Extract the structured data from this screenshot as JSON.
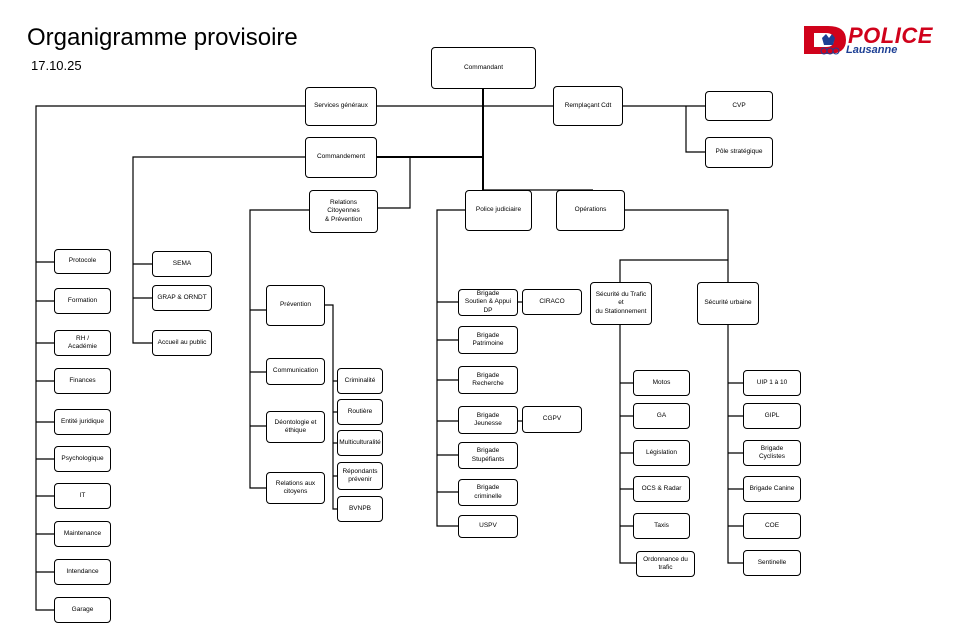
{
  "header": {
    "title": "Organigramme provisoire",
    "date": "17.10.25"
  },
  "logo": {
    "text": "POLICE",
    "city": "Lausanne",
    "colors": {
      "red": "#d0021b",
      "blue": "#1c3f94"
    }
  },
  "nodes": {
    "commandant": "Commandant",
    "services_generaux": "Services généraux",
    "remplacant_cdt": "Remplaçant Cdt",
    "cvp": "CVP",
    "pole_strategique": "Pôle stratégique",
    "commandement": "Commandement",
    "relations_citoyennes": "Relations Citoyennes\n& Prévention",
    "police_judiciaire": "Police judiciaire",
    "operations": "Opérations",
    "protocole": "Protocole",
    "formation": "Formation",
    "rh_academie": "RH /\nAcadémie",
    "finances": "Finances",
    "entite_juridique": "Entité juridique",
    "psychologique": "Psychologique",
    "it": "IT",
    "maintenance": "Maintenance",
    "intendance": "Intendance",
    "garage": "Garage",
    "sema": "SEMA",
    "grap_orndt": "GRAP & ORNDT",
    "accueil_public": "Accueil au public",
    "prevention": "Prévention",
    "communication": "Communication",
    "deontologie": "Déontologie et\néthique",
    "relations_citoyens": "Relations aux\ncitoyens",
    "criminalite": "Criminalité",
    "routiere": "Routière",
    "multiculturalite": "Multiculturalité",
    "repondants": "Répondants\nprévenir",
    "bvnpb": "BVNPB",
    "brigade_soutien": "Brigade\nSoutien & Appui DP",
    "ciraco": "CIRACO",
    "brigade_patrimoine": "Brigade\nPatrimoine",
    "brigade_recherche": "Brigade\nRecherche",
    "brigade_jeunesse": "Brigade\nJeunesse",
    "cgpv": "CGPV",
    "brigade_stupefiants": "Brigade\nStupéfiants",
    "brigade_criminelle": "Brigade\ncriminelle",
    "uspv": "USPV",
    "securite_trafic": "Sécurité du Trafic et\ndu Stationnement",
    "securite_urbaine": "Sécurité urbaine",
    "motos": "Motos",
    "ga": "GA",
    "legislation": "Législation",
    "ocs_radar": "OCS & Radar",
    "taxis": "Taxis",
    "ordonnance_trafic": "Ordonnance du trafic",
    "uip": "UIP 1 à 10",
    "gipl": "GIPL",
    "brigade_cyclistes": "Brigade Cyclistes",
    "brigade_canine": "Brigade Canine",
    "coe": "COE",
    "sentinelle": "Sentinelle"
  }
}
